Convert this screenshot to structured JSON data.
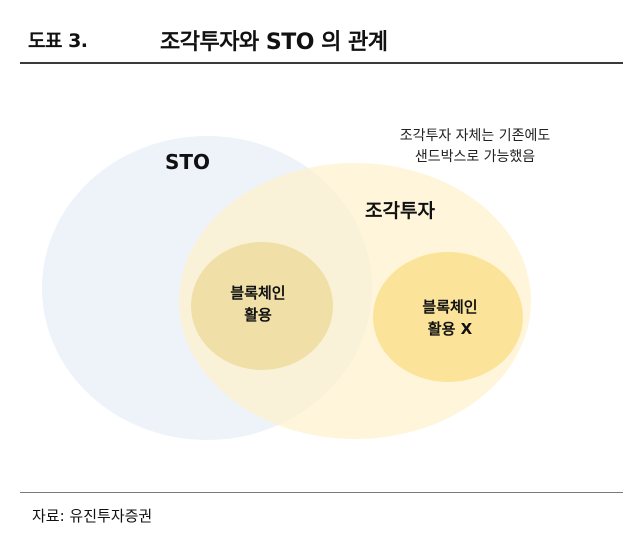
{
  "header": {
    "figure_number": "도표 3.",
    "title": "조각투자와 STO 의 관계"
  },
  "diagram": {
    "note_lines": [
      "조각투자 자체는 기존에도",
      "샌드박스로 가능했음"
    ],
    "sets": [
      {
        "label": "STO",
        "color": "#eef3f9"
      },
      {
        "label": "조각투자",
        "color": "#fdf1cc"
      }
    ],
    "inner": [
      {
        "lines": [
          "블록체인",
          "활용"
        ],
        "color": "#f0dfa6"
      },
      {
        "lines": [
          "블록체인",
          "활용 X"
        ],
        "color": "#fce39a"
      }
    ]
  },
  "footer": {
    "source": "자료: 유진투자증권"
  }
}
